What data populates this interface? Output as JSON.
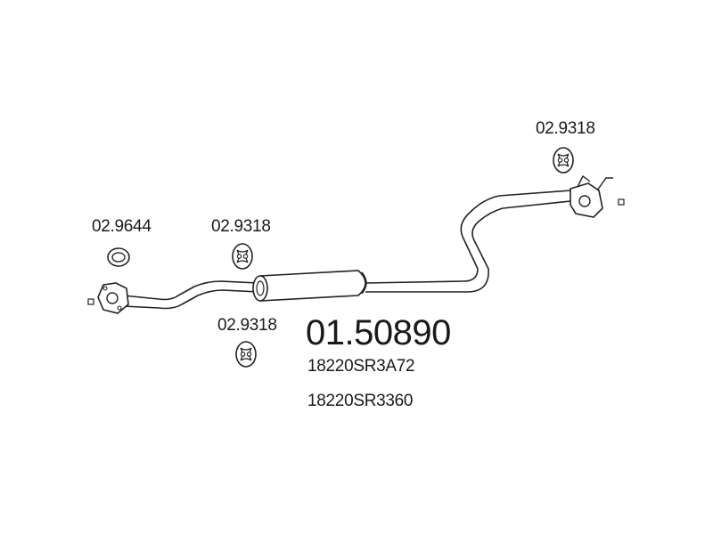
{
  "diagram": {
    "main_part_number": "01.50890",
    "oem_numbers": [
      "18220SR3A72",
      "18220SR3360"
    ],
    "components": [
      {
        "id": "gasket-front",
        "label": "02.9644",
        "icon": "ring-gasket-icon"
      },
      {
        "id": "hanger-middle-top",
        "label": "02.9318",
        "icon": "rubber-hanger-icon"
      },
      {
        "id": "hanger-middle-bottom",
        "label": "02.9318",
        "icon": "rubber-hanger-icon"
      },
      {
        "id": "hanger-rear",
        "label": "02.9318",
        "icon": "rubber-hanger-icon"
      }
    ],
    "line_color": "#222222"
  }
}
